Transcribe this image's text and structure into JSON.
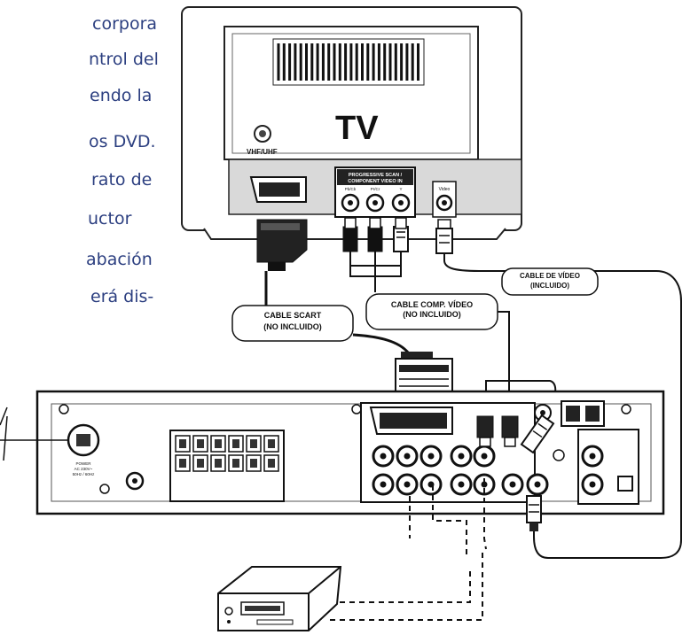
{
  "side_text": [
    "corpora",
    "ntrol del",
    "endo la",
    "os DVD.",
    "rato de",
    "uctor",
    "abación",
    "erá dis-"
  ],
  "tv": {
    "title": "TV",
    "antenna_label": "VHF/UHF",
    "component_header_1": "PROGRESSIVE SCAN /",
    "component_header_2": "COMPONENT VIDEO IN",
    "port_pb": "Pb/Cb",
    "port_pr": "Pr/Cr",
    "port_y": "Y",
    "port_video": "Video"
  },
  "labels": {
    "scart_cable_1": "CABLE SCART",
    "scart_cable_2": "(NO INCLUIDO)",
    "comp_cable_1": "CABLE COMP. VÍDEO",
    "comp_cable_2": "(NO INCLUIDO)",
    "video_cable_1": "CABLE DE VÍDEO",
    "video_cable_2": "(INCLUIDO)"
  },
  "receiver": {
    "power_label_1": "POWER",
    "power_label_2": "AC 230V~",
    "power_label_3": "50Hz / 60Hz"
  }
}
